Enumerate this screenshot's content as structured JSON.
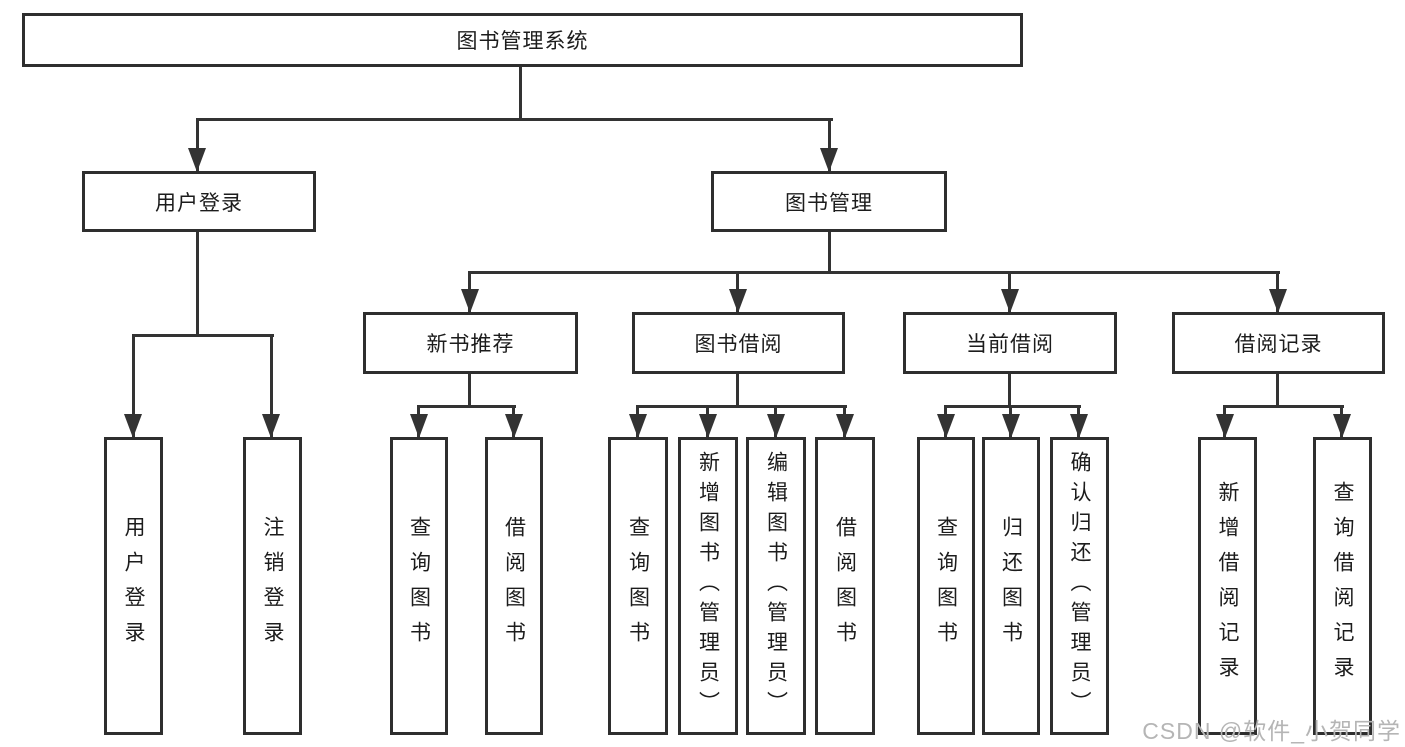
{
  "diagram": {
    "root": {
      "label": "图书管理系统"
    },
    "branches": [
      {
        "label": "用户登录",
        "leaves": [
          "用户登录",
          "注销登录"
        ]
      },
      {
        "label": "图书管理",
        "children": [
          {
            "label": "新书推荐",
            "leaves": [
              "查询图书",
              "借阅图书"
            ]
          },
          {
            "label": "图书借阅",
            "leaves": [
              "查询图书",
              "新增图书（管理员）",
              "编辑图书（管理员）",
              "借阅图书"
            ]
          },
          {
            "label": "当前借阅",
            "leaves": [
              "查询图书",
              "归还图书",
              "确认归还（管理员）"
            ]
          },
          {
            "label": "借阅记录",
            "leaves": [
              "新增借阅记录",
              "查询借阅记录"
            ]
          }
        ]
      }
    ]
  },
  "watermark": "CSDN @软件_小贺同学",
  "colors": {
    "line": "#333333",
    "box_border": "#2e2e2e",
    "text": "#1c1c1c",
    "watermark": "#b5b5b5",
    "background": "#ffffff"
  }
}
